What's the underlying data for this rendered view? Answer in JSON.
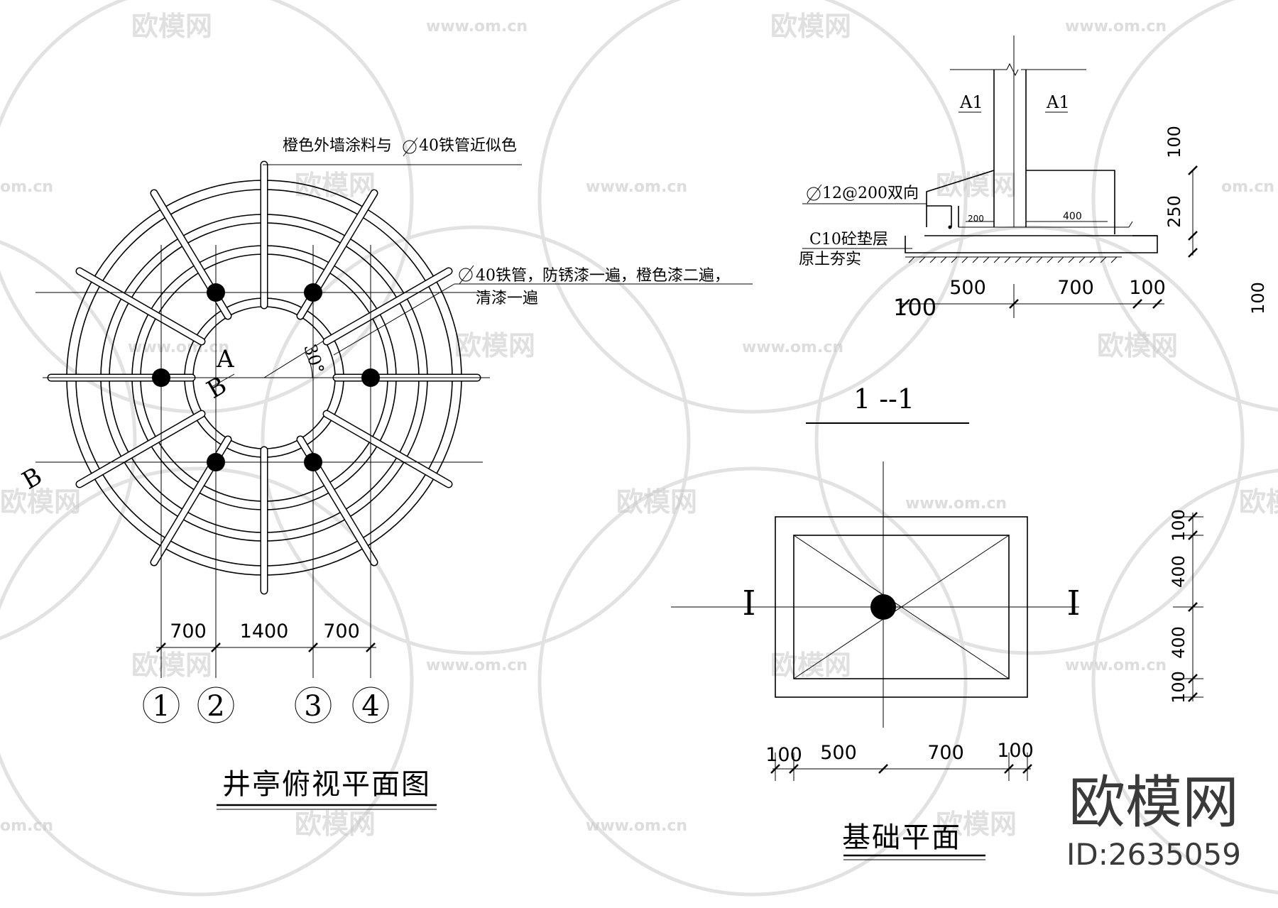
{
  "watermark": {
    "brand": "欧模网",
    "url": "www.om.cn",
    "url_partial": "om.cn",
    "big_logo": "欧模网",
    "id_label": "ID:2635059"
  },
  "plan": {
    "title": "井亭俯视平面图",
    "note_paint_a": "橙色外墙涂料与",
    "note_paint_b": "40铁管近似色",
    "note_pipe_line1_a": "40铁管，防锈漆一遍，橙色漆二遍，",
    "note_pipe_line2": "清漆一遍",
    "label_a": "A",
    "label_b": "B",
    "label_b_outer": "B",
    "angle": "30°",
    "dims": [
      "700",
      "1400",
      "700"
    ],
    "axes": [
      "1",
      "2",
      "3",
      "4"
    ]
  },
  "section": {
    "title": "1 --1",
    "label_left": "A1",
    "label_right": "A1",
    "rebar_a": "12@200双向",
    "concrete": "C10砼垫层",
    "soil": "原土夯实",
    "small_200": "200",
    "small_400": "400",
    "dims_bottom_left": "100",
    "dims_bottom": [
      "500",
      "700",
      "100"
    ],
    "dims_right": [
      "100",
      "250"
    ],
    "dim_far_right": "100"
  },
  "foundation": {
    "title": "基础平面",
    "section_mark_left": "I",
    "section_mark_right": "I",
    "dims_bottom": [
      "100",
      "500",
      "700",
      "100"
    ],
    "dims_right": [
      "100",
      "400",
      "400",
      "100"
    ]
  }
}
